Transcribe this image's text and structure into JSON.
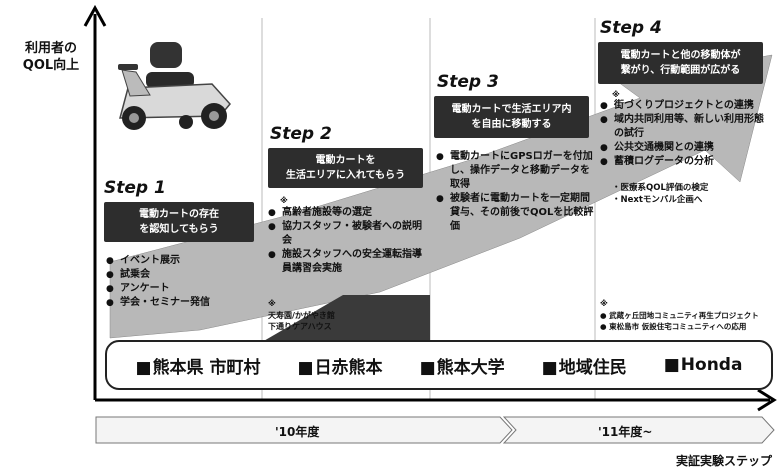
{
  "y_axis_label": "利用者の\nQOL向上",
  "steps": [
    {
      "title": "Step 1",
      "box": "電動カートの存在\nを認知してもらう",
      "bullets": [
        "イベント展示",
        "試乗会",
        "アンケート",
        "学会・セミナー発信"
      ]
    },
    {
      "title": "Step 2",
      "box": "電動カートを\n生活エリアに入れてもらう",
      "mark": "※",
      "bullets": [
        "高齢者施設等の選定",
        "協力スタッフ・被験者への説明会",
        "施設スタッフへの安全運転指導員講習会実施"
      ],
      "note_mark": "※",
      "note": "天寿園/かがやき館\n下通りケアハウス"
    },
    {
      "title": "Step 3",
      "box": "電動カートで生活エリア内\nを自由に移動する",
      "bullets": [
        "電動カートにGPSロガーを付加し、操作データと移動データを取得",
        "被験者に電動カートを一定期間貸与、その前後でQOLを比較評価"
      ]
    },
    {
      "title": "Step 4",
      "box": "電動カートと他の移動体が\n繋がり、行動範囲が広がる",
      "mark": "※",
      "bullets": [
        "街づくりプロジェクトとの連携",
        "域内共同利用等、新しい利用形態の試行",
        "公共交通機関との連携",
        "蓄積ログデータの分析"
      ],
      "subnotes": [
        "・医療系QOL評価の検定",
        "・Nextモンバル企画へ"
      ],
      "note_mark": "※",
      "notes": [
        "武蔵ヶ丘団地コミュニティ再生プロジェクト",
        "東松島市 仮設住宅コミュニティへの応用"
      ]
    }
  ],
  "organizations": [
    "熊本県 市町村",
    "日赤熊本",
    "熊本大学",
    "地域住民",
    "Honda"
  ],
  "timeline": {
    "segments": [
      "'10年度",
      "'11年度~"
    ],
    "caption": "実証実験ステップ"
  },
  "colors": {
    "box_dark": "#2d2d2d",
    "arrow_gray": "#b8b8b8"
  }
}
